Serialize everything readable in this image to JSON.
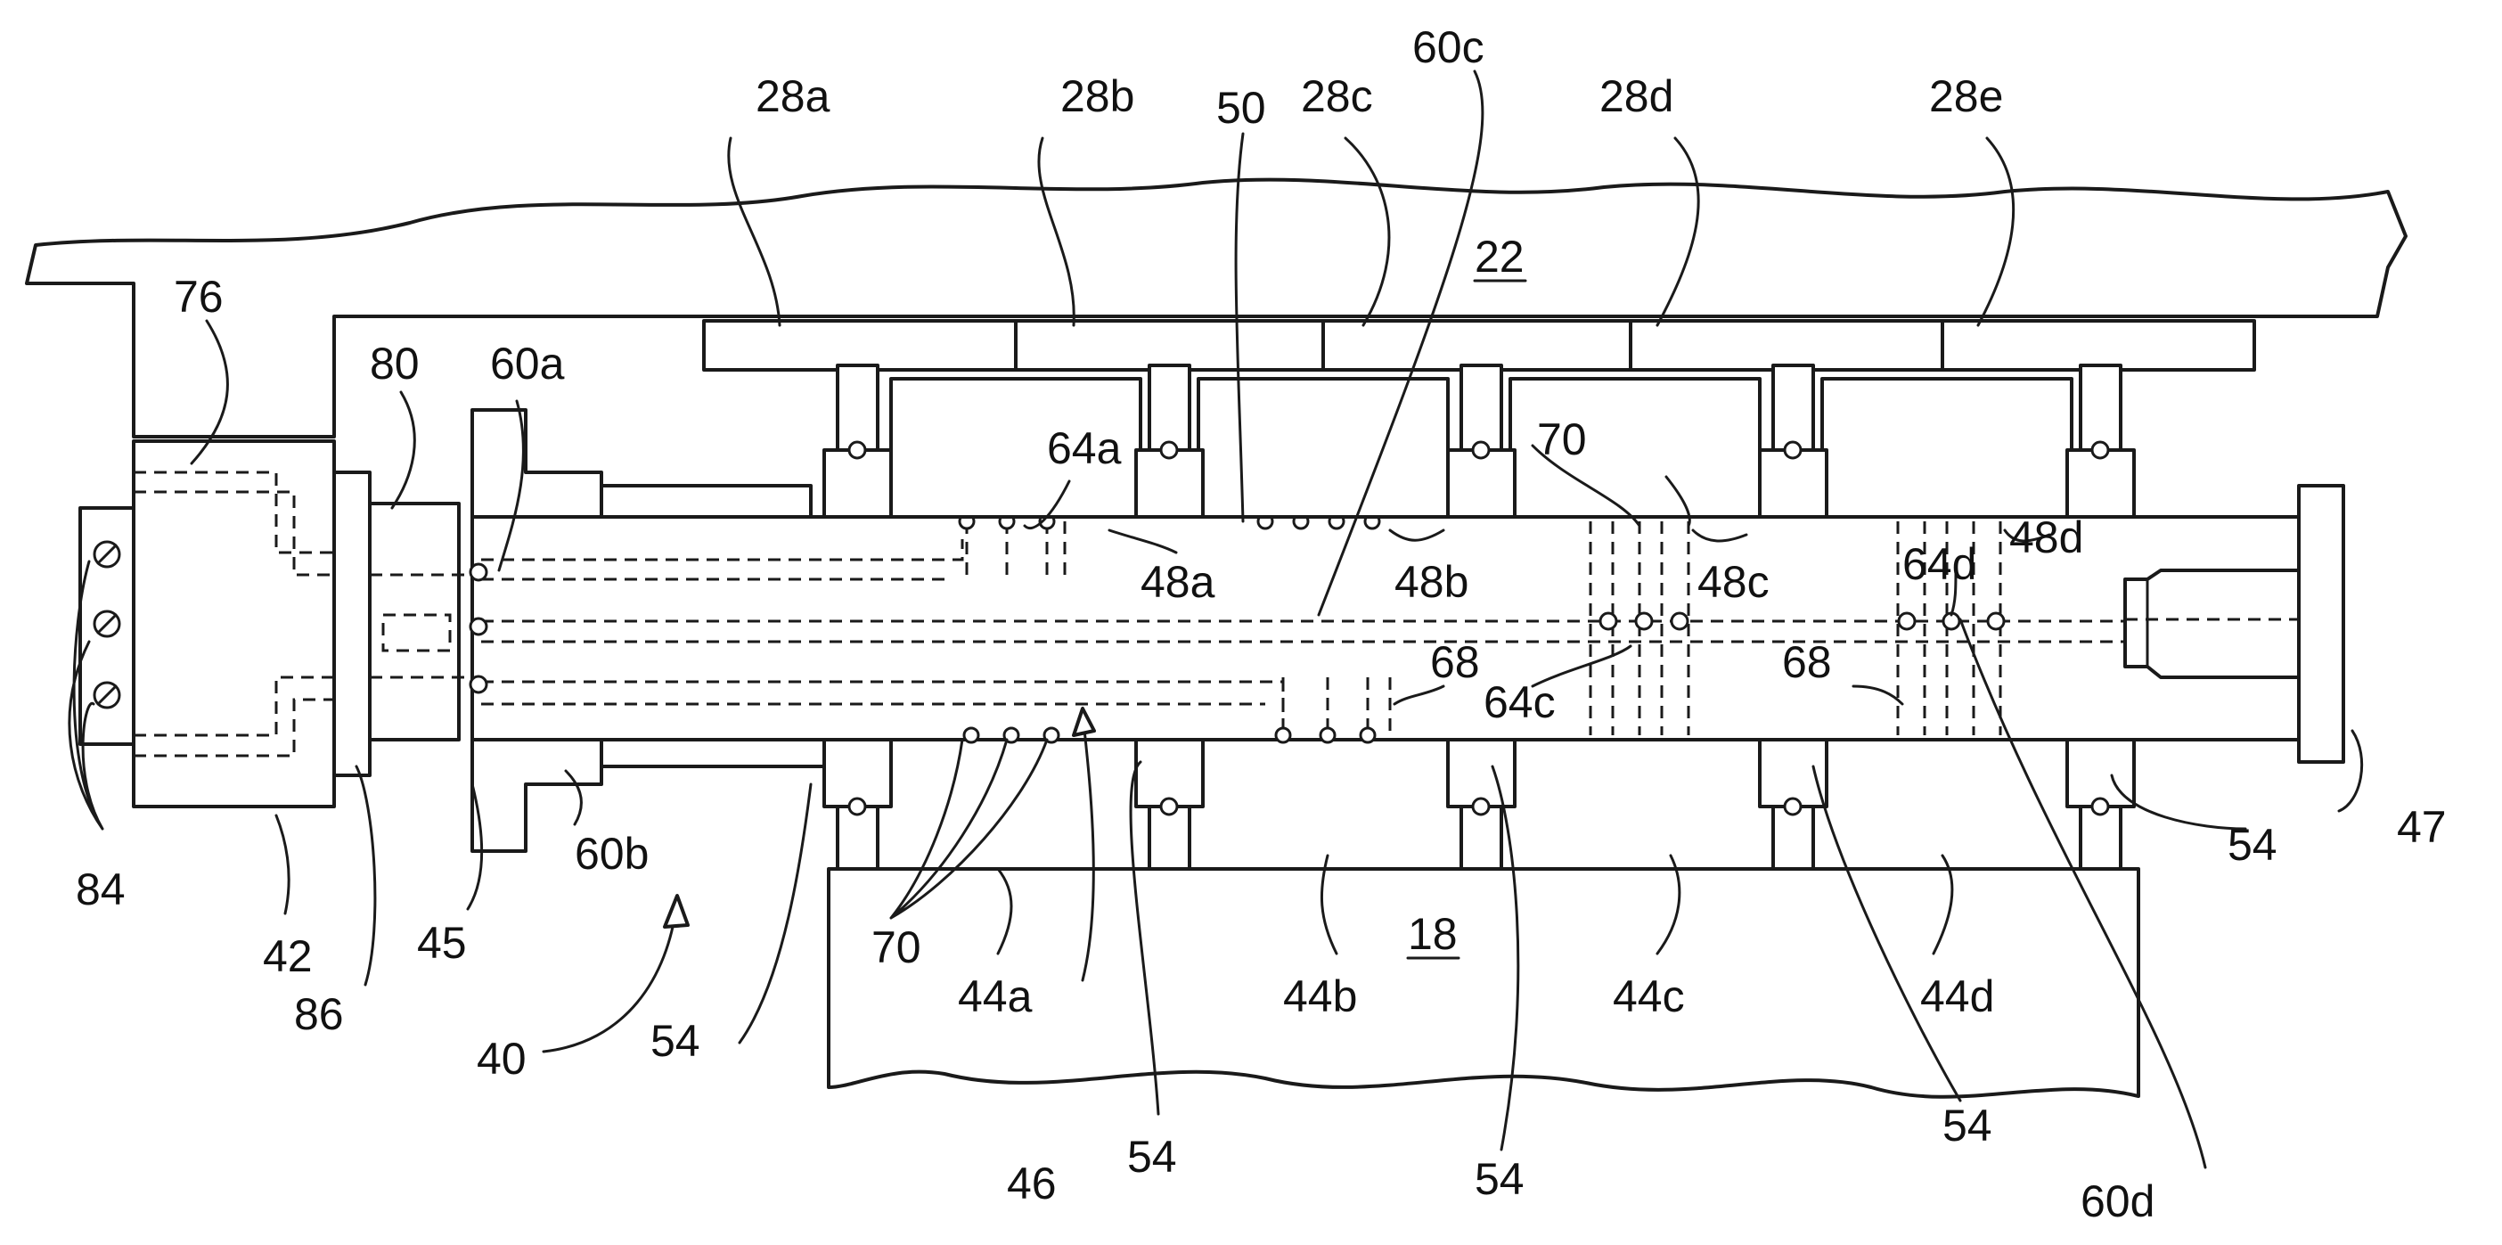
{
  "labels": {
    "l22": "22",
    "l18": "18",
    "l28a": "28a",
    "l28b": "28b",
    "l28c": "28c",
    "l28d": "28d",
    "l28e": "28e",
    "l50": "50",
    "l60c": "60c",
    "l76": "76",
    "l80": "80",
    "l60a": "60a",
    "l64a": "64a",
    "l70top": "70",
    "l48a": "48a",
    "l48b": "48b",
    "l48c": "48c",
    "l48d": "48d",
    "l64d": "64d",
    "l68mid": "68",
    "l64c": "64c",
    "l68right": "68",
    "l47": "47",
    "l84": "84",
    "l42": "42",
    "l86": "86",
    "l45": "45",
    "l60b": "60b",
    "l40": "40",
    "l70bot": "70",
    "l54a": "54",
    "l54b": "54",
    "l54c": "54",
    "l54d": "54",
    "l54e": "54",
    "l44a": "44a",
    "l44b": "44b",
    "l44c": "44c",
    "l44d": "44d",
    "l46": "46",
    "l60d": "60d"
  }
}
